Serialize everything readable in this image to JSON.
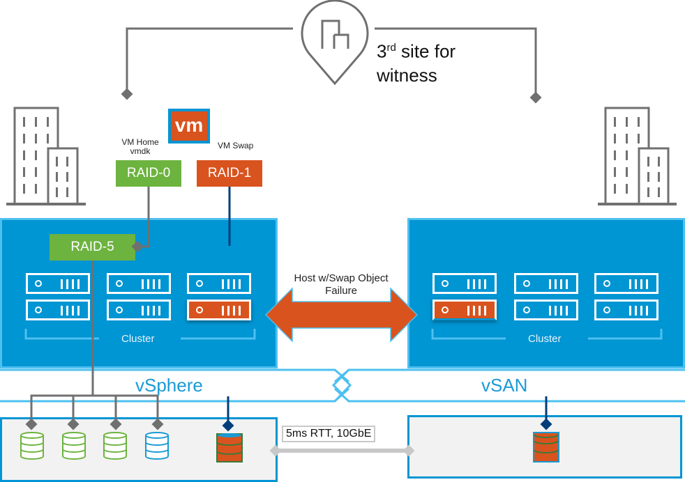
{
  "witness": {
    "label_main": "3",
    "label_sup": "rd",
    "label_rest": " site for",
    "label_line2": "witness",
    "icon": "location-pin-building-icon"
  },
  "vm": {
    "badge": "vm",
    "home_label_line1": "VM Home",
    "home_label_line2": "vmdk",
    "swap_label": "VM Swap"
  },
  "raid": {
    "home": "RAID-0",
    "swap": "RAID-1",
    "site": "RAID-5"
  },
  "sites": [
    {
      "name": "site-a",
      "cluster_label": "Cluster",
      "hosts": [
        {
          "status": "ok"
        },
        {
          "status": "ok"
        },
        {
          "status": "ok"
        },
        {
          "status": "ok"
        },
        {
          "status": "ok"
        },
        {
          "status": "failed"
        }
      ]
    },
    {
      "name": "site-b",
      "cluster_label": "Cluster",
      "hosts": [
        {
          "status": "ok"
        },
        {
          "status": "ok"
        },
        {
          "status": "ok"
        },
        {
          "status": "failed"
        },
        {
          "status": "ok"
        },
        {
          "status": "ok"
        }
      ]
    }
  ],
  "failure_label_line1": "Host w/Swap Object",
  "failure_label_line2": "Failure",
  "layers": {
    "left": "vSphere",
    "right": "vSAN"
  },
  "link_label": "5ms RTT, 10GbE",
  "colors": {
    "vmware_blue": "#0095d3",
    "light_blue": "#4ec0f0",
    "green": "#6db33f",
    "orange": "#d9531e",
    "gray": "#707070",
    "navy": "#003d79"
  }
}
